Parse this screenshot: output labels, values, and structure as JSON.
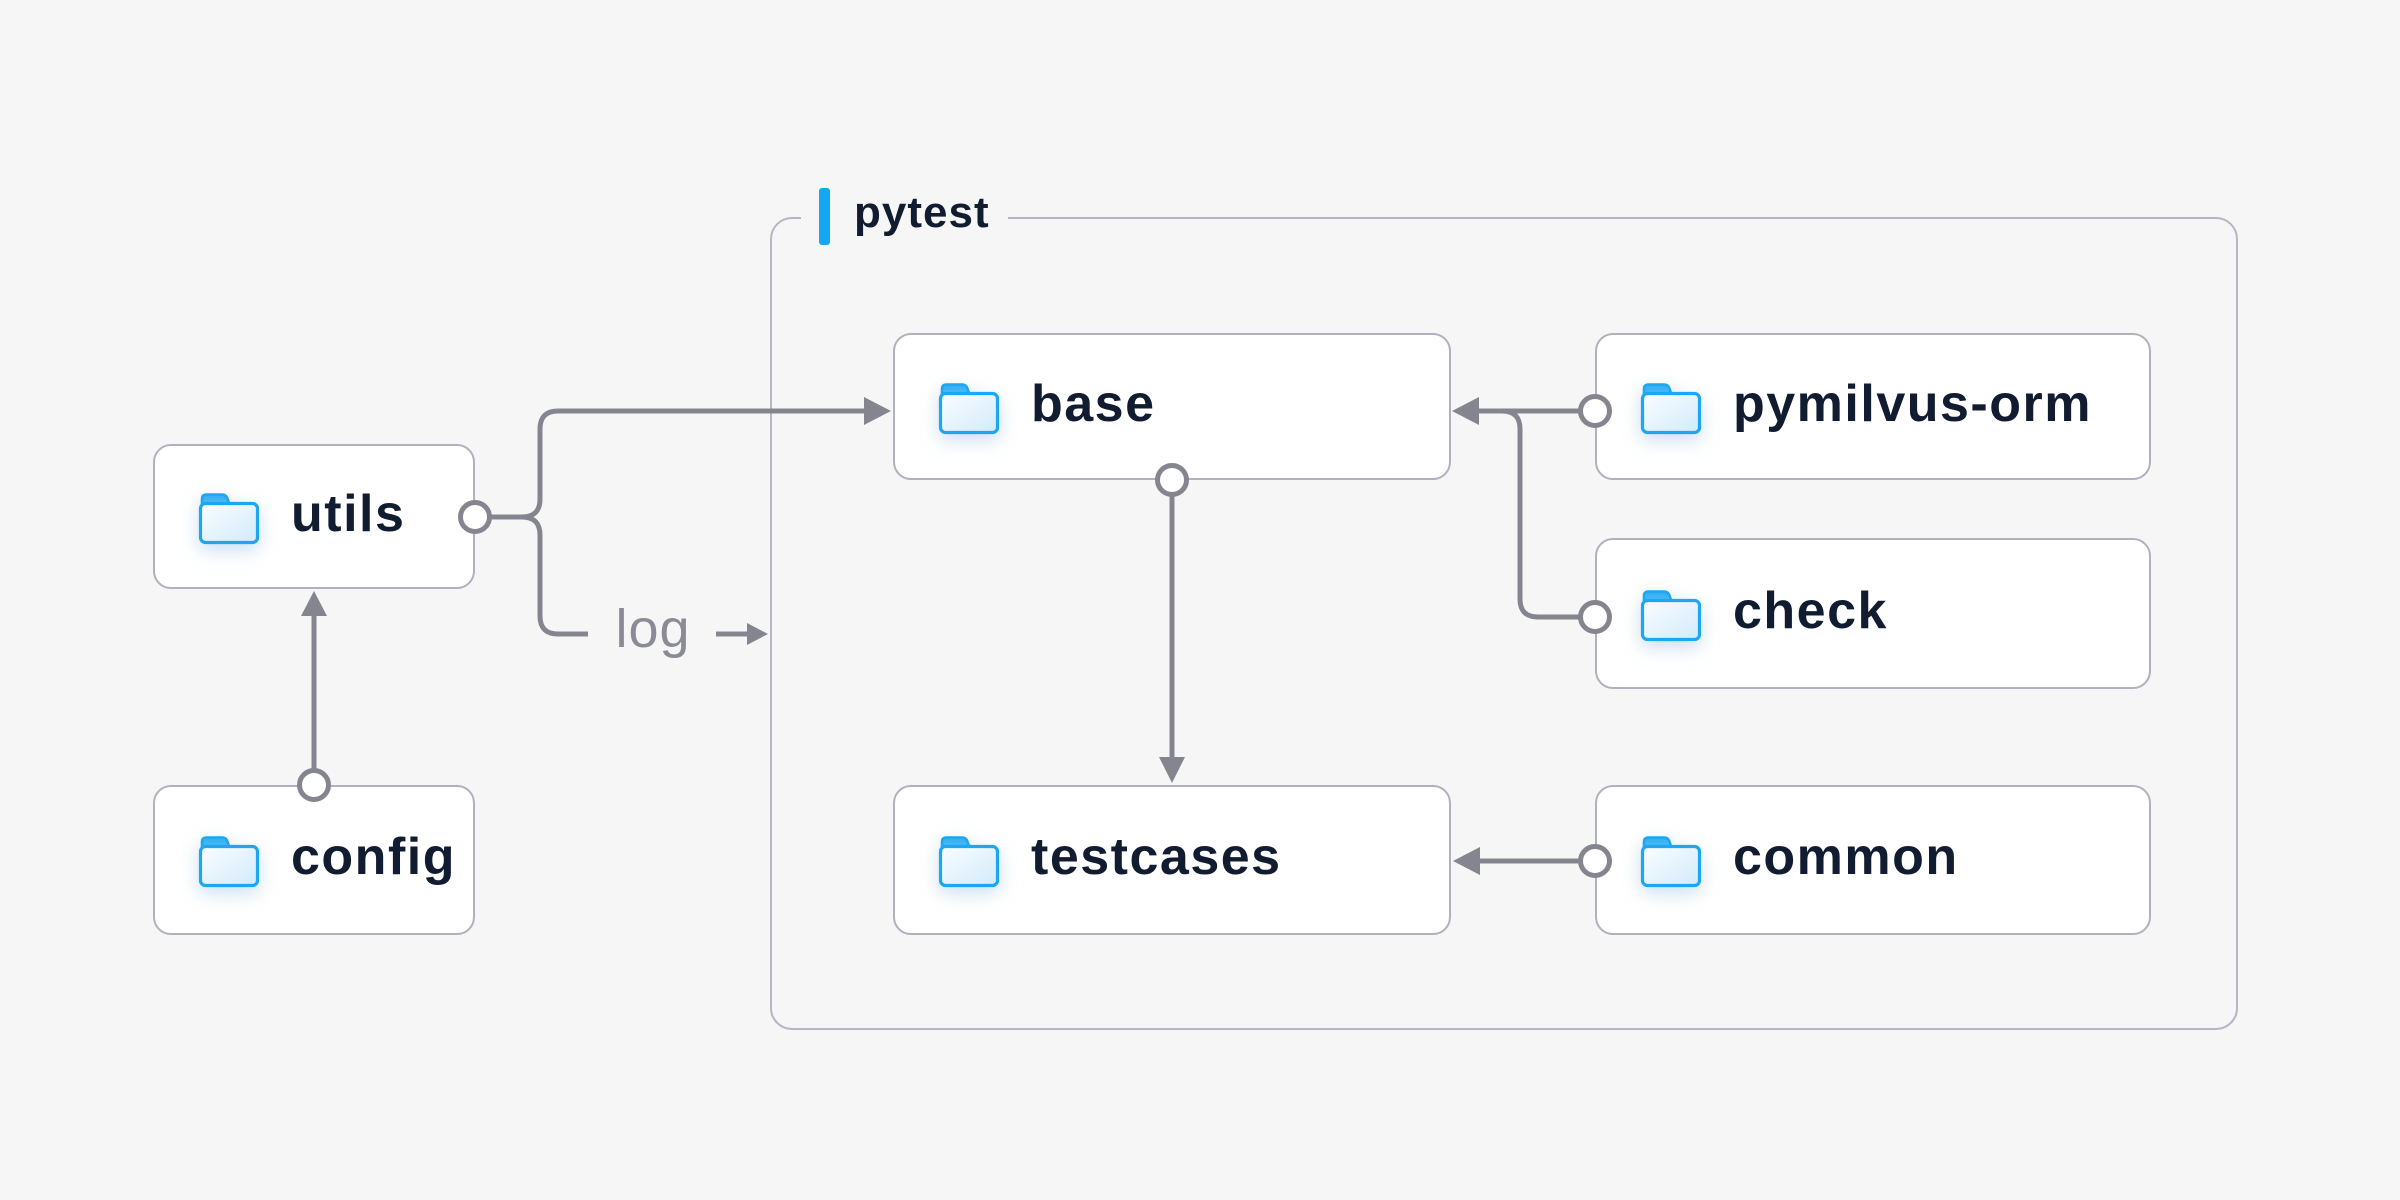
{
  "diagram": {
    "container": {
      "label": "pytest",
      "accent_color": "#14a8f2"
    },
    "nodes": {
      "utils": {
        "label": "utils"
      },
      "config": {
        "label": "config"
      },
      "base": {
        "label": "base"
      },
      "pymilvus": {
        "label": "pymilvus-orm"
      },
      "check": {
        "label": "check"
      },
      "testcases": {
        "label": "testcases"
      },
      "common": {
        "label": "common"
      }
    },
    "edges": [
      {
        "from": "config",
        "to": "utils"
      },
      {
        "from": "utils",
        "to": "base"
      },
      {
        "from": "utils",
        "to": "log",
        "label": "log"
      },
      {
        "from": "base",
        "to": "testcases"
      },
      {
        "from": "pymilvus-orm",
        "to": "base"
      },
      {
        "from": "check",
        "to": "base"
      },
      {
        "from": "common",
        "to": "testcases"
      }
    ],
    "edge_label_log": "log",
    "colors": {
      "background": "#f6f6f7",
      "connector_line": "#85858f",
      "node_border": "#b1b1bd",
      "container_border": "#b6b6c2",
      "node_text": "#121c31",
      "edge_label_text": "#8b8b95",
      "accent_blue": "#14a8f2",
      "folder_blue": "#1ea7f1"
    }
  }
}
